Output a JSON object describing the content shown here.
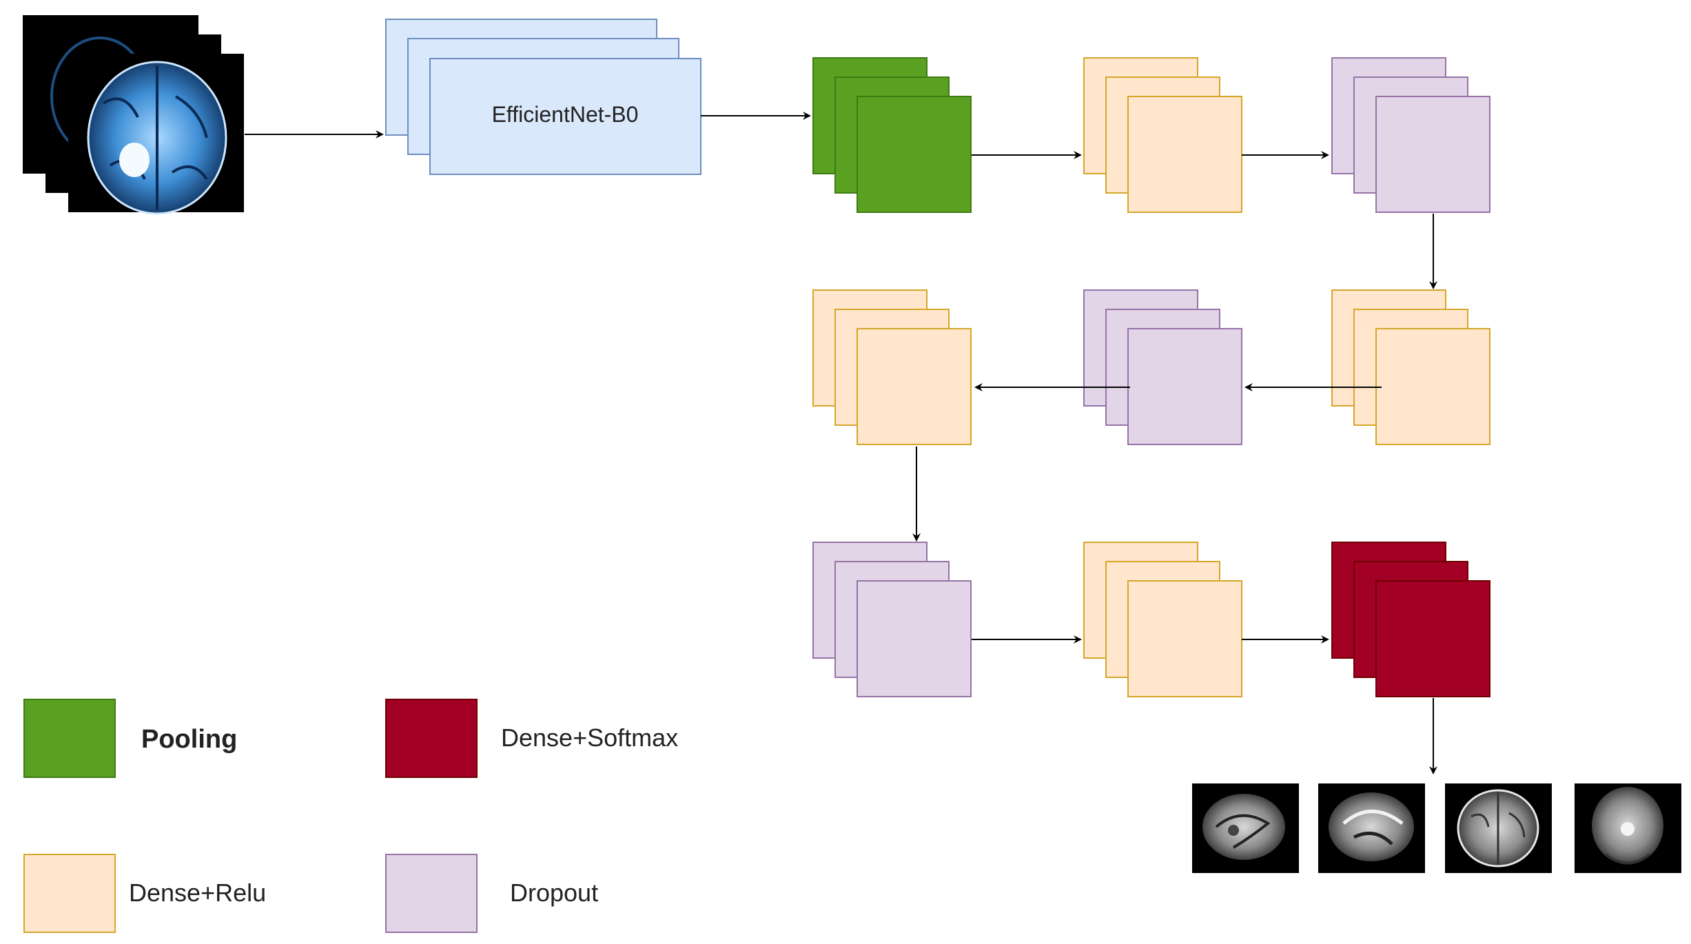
{
  "colors": {
    "pooling_fill": "#5aa121",
    "pooling_stroke": "#3d7a12",
    "dense_relu_fill": "#ffe6cc",
    "dense_relu_stroke": "#d6a628",
    "dropout_fill": "#e1d5e7",
    "dropout_stroke": "#9673a6",
    "dense_softmax_fill": "#a20025",
    "dense_softmax_stroke": "#6f0000",
    "backbone_fill": "#dae8fc",
    "backbone_stroke": "#6c8ebf",
    "arrow": "#000000"
  },
  "backbone": {
    "label": "EfficientNet-B0"
  },
  "layers": [
    {
      "type": "pooling"
    },
    {
      "type": "dense_relu"
    },
    {
      "type": "dropout"
    },
    {
      "type": "dense_relu"
    },
    {
      "type": "dropout"
    },
    {
      "type": "dense_relu"
    },
    {
      "type": "dropout"
    },
    {
      "type": "dense_relu"
    },
    {
      "type": "dense_softmax"
    }
  ],
  "legend": {
    "pooling": "Pooling",
    "dense_softmax": "Dense+Softmax",
    "dense_relu": "Dense+Relu",
    "dropout": "Dropout"
  },
  "input_image": {
    "icon": "brain-mri-axial-icon"
  },
  "output_images": [
    {
      "icon": "brain-mri-sagittal-icon"
    },
    {
      "icon": "brain-mri-sagittal-icon"
    },
    {
      "icon": "brain-mri-axial-icon"
    },
    {
      "icon": "brain-mri-coronal-icon"
    }
  ]
}
